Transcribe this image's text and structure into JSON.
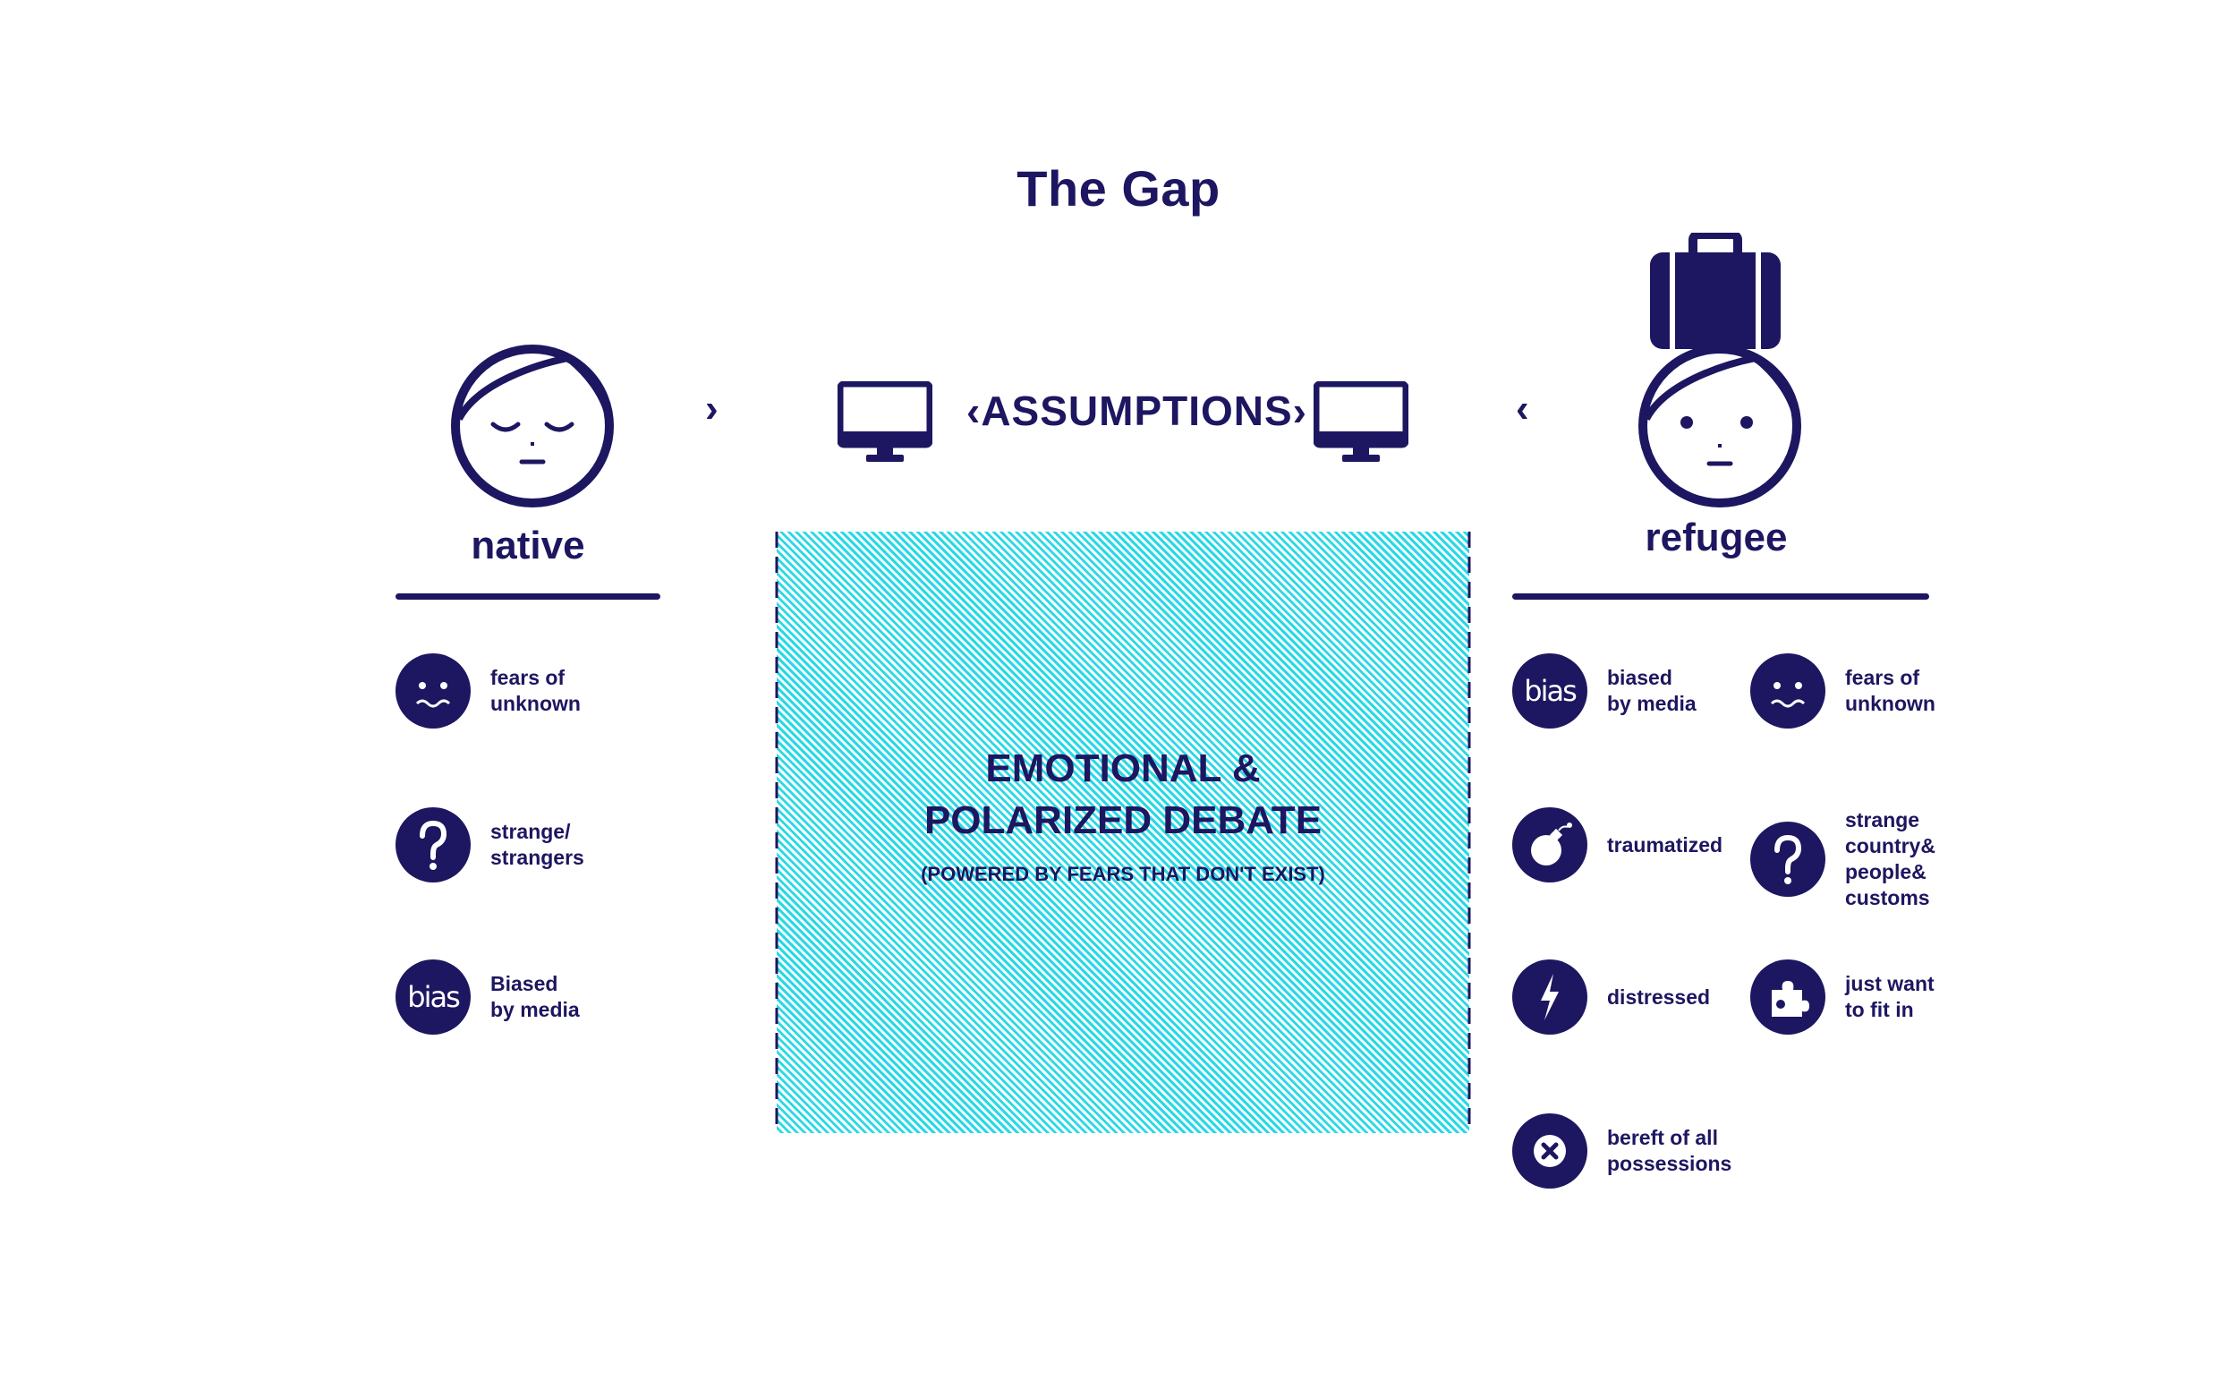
{
  "title": "The Gap",
  "assumptions_label": "‹ASSUMPTIONS›",
  "arrow_right": "›",
  "arrow_left": "‹",
  "native": {
    "label": "native",
    "items": [
      {
        "icon": "worried-face-icon",
        "text": "fears of\nunknown"
      },
      {
        "icon": "question-mark-icon",
        "text": "strange/\nstrangers"
      },
      {
        "icon": "bias-icon",
        "icon_text": "bias",
        "text": "Biased\nby media"
      }
    ]
  },
  "refugee": {
    "label": "refugee",
    "items": [
      {
        "icon": "bias-icon",
        "icon_text": "bias",
        "text": "biased\nby media"
      },
      {
        "icon": "worried-face-icon",
        "text": "fears of\nunknown"
      },
      {
        "icon": "bomb-icon",
        "text": "traumatized"
      },
      {
        "icon": "question-mark-icon",
        "text": "strange\ncountry&\npeople&\ncustoms"
      },
      {
        "icon": "lightning-icon",
        "text": "distressed"
      },
      {
        "icon": "puzzle-piece-icon",
        "text": "just want\nto fit in"
      },
      {
        "icon": "x-mark-icon",
        "text": "bereft of all\npossessions"
      }
    ]
  },
  "debate": {
    "headline_line1": "EMOTIONAL &",
    "headline_line2": "POLARIZED DEBATE",
    "subtext": "(POWERED BY FEARS THAT DON'T EXIST)"
  },
  "colors": {
    "navy": "#1d1660",
    "cyan_hatch": "#29d9e6",
    "background": "#ffffff"
  }
}
